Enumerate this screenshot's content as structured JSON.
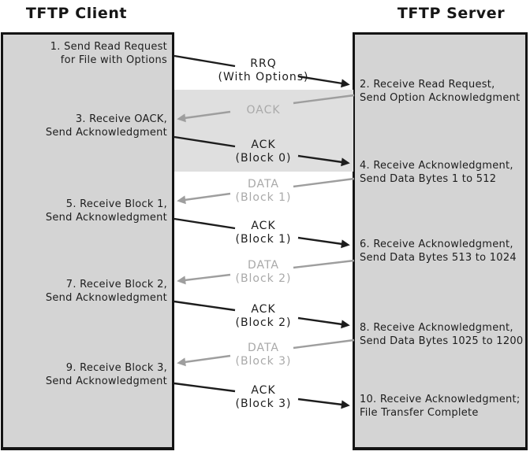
{
  "client": {
    "title": "TFTP Client",
    "steps": [
      "1. Send Read Request\nfor File with Options",
      "3. Receive OACK,\nSend Acknowledgment",
      "5. Receive Block 1,\nSend Acknowledgment",
      "7. Receive Block 2,\nSend Acknowledgment",
      "9. Receive Block 3,\nSend Acknowledgment"
    ]
  },
  "server": {
    "title": "TFTP Server",
    "steps": [
      "2. Receive Read Request,\nSend Option Acknowledgment",
      "4. Receive Acknowledgment,\nSend Data Bytes 1 to 512",
      "6. Receive Acknowledgment,\nSend Data Bytes 513 to 1024",
      "8. Receive Acknowledgment,\nSend Data Bytes 1025 to 1200",
      "10. Receive Acknowledgment;\nFile Transfer Complete"
    ]
  },
  "messages": [
    {
      "label": "RRQ\n(With Options)",
      "from": "client",
      "to": "server",
      "emphasis": "black"
    },
    {
      "label": "OACK",
      "from": "server",
      "to": "client",
      "emphasis": "gray"
    },
    {
      "label": "ACK\n(Block 0)",
      "from": "client",
      "to": "server",
      "emphasis": "black"
    },
    {
      "label": "DATA\n(Block 1)",
      "from": "server",
      "to": "client",
      "emphasis": "gray"
    },
    {
      "label": "ACK\n(Block 1)",
      "from": "client",
      "to": "server",
      "emphasis": "black"
    },
    {
      "label": "DATA\n(Block 2)",
      "from": "server",
      "to": "client",
      "emphasis": "gray"
    },
    {
      "label": "ACK\n(Block 2)",
      "from": "client",
      "to": "server",
      "emphasis": "black"
    },
    {
      "label": "DATA\n(Block 3)",
      "from": "server",
      "to": "client",
      "emphasis": "gray"
    },
    {
      "label": "ACK\n(Block 3)",
      "from": "client",
      "to": "server",
      "emphasis": "black"
    }
  ],
  "colors": {
    "background": "#ffffff",
    "box_fill": "#d4d4d4",
    "box_border": "#141414",
    "highlight_band": "#dfdfdf",
    "ink_black": "#1d1d1d",
    "arrow_gray": "#9e9e9e",
    "label_gray": "#a9a9a9"
  }
}
